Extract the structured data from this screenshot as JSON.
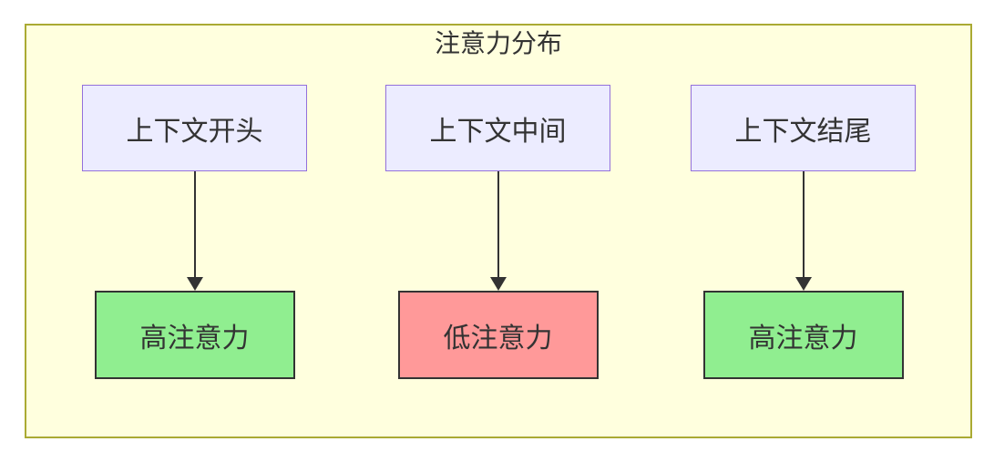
{
  "diagram": {
    "title": "注意力分布",
    "type": "flowchart",
    "colors": {
      "container_fill": "#ffffde",
      "container_border": "#aaaa33",
      "context_node_fill": "#ECECFF",
      "context_node_border": "#9370DB",
      "high_attention_fill": "#90EE90",
      "low_attention_fill": "#FF9999",
      "result_node_border": "#333333",
      "arrow": "#333333",
      "text": "#333333"
    },
    "columns": [
      {
        "source": "上下文开头",
        "target": "高注意力",
        "level": "high"
      },
      {
        "source": "上下文中间",
        "target": "低注意力",
        "level": "low"
      },
      {
        "source": "上下文结尾",
        "target": "高注意力",
        "level": "high"
      }
    ]
  }
}
